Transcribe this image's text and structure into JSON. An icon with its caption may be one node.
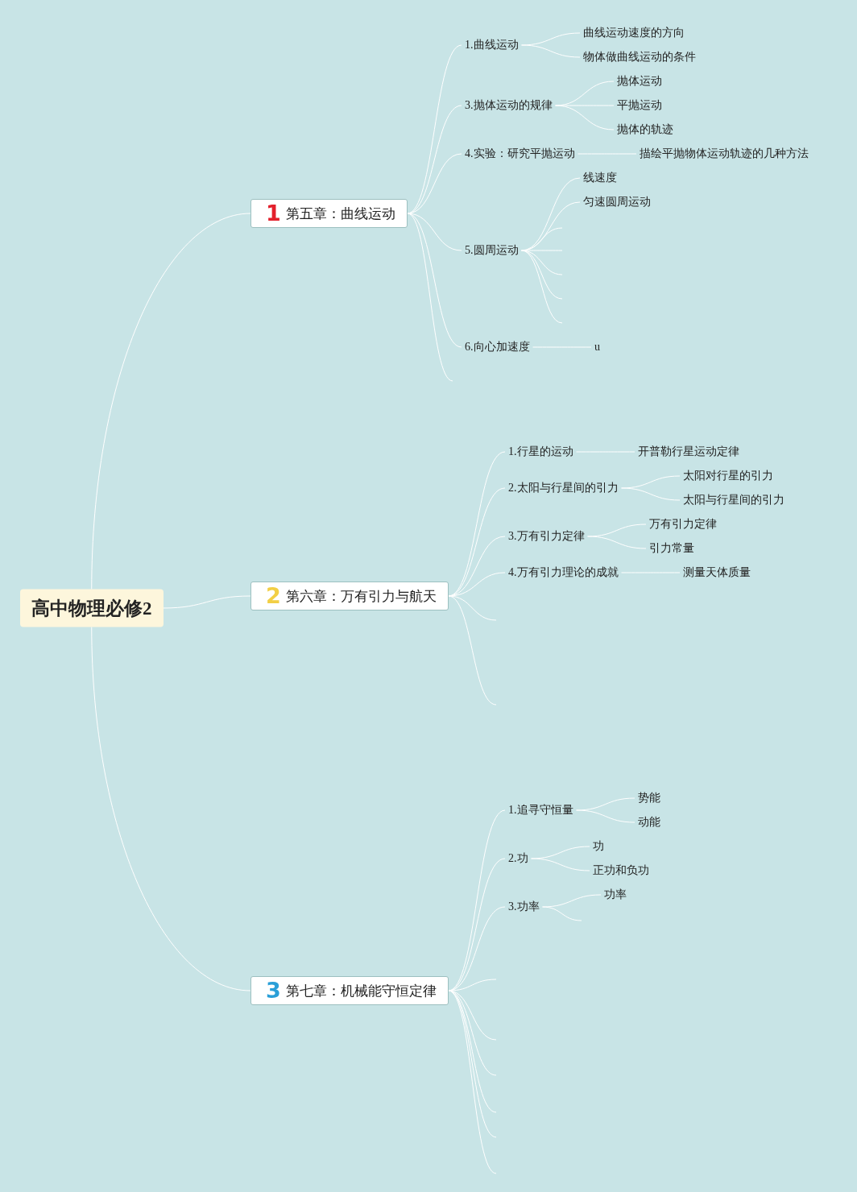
{
  "diagram": {
    "nodes": [
      {
        "text": [
          "高中物理必修2"
        ]
      },
      {
        "text": [
          "1",
          "第五章：曲线运动"
        ]
      },
      {
        "text": [
          "1.曲线运动"
        ]
      },
      {
        "text": [
          "曲线运动速度的方向"
        ]
      },
      {
        "text": [
          "物体做曲线运动的条件"
        ]
      },
      {
        "text": [
          "3.抛体运动的规律"
        ]
      },
      {
        "text": [
          "抛体运动"
        ]
      },
      {
        "text": [
          "平抛运动"
        ]
      },
      {
        "text": [
          "抛体的轨迹"
        ]
      },
      {
        "text": [
          "4.实验：研究平抛运动"
        ]
      },
      {
        "text": [
          "描绘平抛物体运动轨迹的几种方法"
        ]
      },
      {
        "text": [
          "5.圆周运动"
        ]
      },
      {
        "text": [
          "线速度"
        ]
      },
      {
        "text": [
          "匀速圆周运动"
        ]
      },
      {
        "text": [
          "6.向心加速度"
        ]
      },
      {
        "text": [
          "u"
        ]
      },
      {
        "text": [
          "2",
          "第六章：万有引力与航天"
        ]
      },
      {
        "text": [
          "1.行星的运动"
        ]
      },
      {
        "text": [
          "开普勒行星运动定律"
        ]
      },
      {
        "text": [
          "2.太阳与行星间的引力"
        ]
      },
      {
        "text": [
          "太阳对行星的引力"
        ]
      },
      {
        "text": [
          "太阳与行星间的引力"
        ]
      },
      {
        "text": [
          "3.万有引力定律"
        ]
      },
      {
        "text": [
          "万有引力定律"
        ]
      },
      {
        "text": [
          "引力常量"
        ]
      },
      {
        "text": [
          "4.万有引力理论的成就"
        ]
      },
      {
        "text": [
          "测量天体质量"
        ]
      },
      {
        "text": [
          "3",
          "第七章：机械能守恒定律"
        ]
      },
      {
        "text": [
          "1.追寻守恒量"
        ]
      },
      {
        "text": [
          "势能"
        ]
      },
      {
        "text": [
          "动能"
        ]
      },
      {
        "text": [
          "2.功"
        ]
      },
      {
        "text": [
          "功"
        ]
      },
      {
        "text": [
          "正功和负功"
        ]
      },
      {
        "text": [
          "3.功率"
        ]
      },
      {
        "text": [
          "功率"
        ]
      }
    ],
    "edges": [
      {
        "from": 0,
        "to": 1,
        "arrow": "none"
      },
      {
        "from": 0,
        "to": 16,
        "arrow": "none"
      },
      {
        "from": 0,
        "to": 27,
        "arrow": "none"
      },
      {
        "from": 1,
        "to": 2,
        "arrow": "none"
      },
      {
        "from": 1,
        "to": 5,
        "arrow": "none"
      },
      {
        "from": 1,
        "to": 9,
        "arrow": "none"
      },
      {
        "from": 1,
        "to": 11,
        "arrow": "none"
      },
      {
        "from": 1,
        "to": 14,
        "arrow": "none"
      },
      {
        "from": 1,
        "to": null,
        "arrow": "none"
      },
      {
        "from": 2,
        "to": 3,
        "arrow": "none"
      },
      {
        "from": 2,
        "to": 4,
        "arrow": "none"
      },
      {
        "from": 5,
        "to": 6,
        "arrow": "none"
      },
      {
        "from": 5,
        "to": 7,
        "arrow": "none"
      },
      {
        "from": 5,
        "to": 8,
        "arrow": "none"
      },
      {
        "from": 9,
        "to": 10,
        "arrow": "none"
      },
      {
        "from": 11,
        "to": 12,
        "arrow": "none"
      },
      {
        "from": 11,
        "to": 13,
        "arrow": "none"
      },
      {
        "from": 11,
        "to": null,
        "arrow": "none"
      },
      {
        "from": 11,
        "to": null,
        "arrow": "none"
      },
      {
        "from": 11,
        "to": null,
        "arrow": "none"
      },
      {
        "from": 11,
        "to": null,
        "arrow": "none"
      },
      {
        "from": 11,
        "to": null,
        "arrow": "none"
      },
      {
        "from": 14,
        "to": 15,
        "arrow": "none"
      },
      {
        "from": 16,
        "to": 17,
        "arrow": "none"
      },
      {
        "from": 16,
        "to": 19,
        "arrow": "none"
      },
      {
        "from": 16,
        "to": 22,
        "arrow": "none"
      },
      {
        "from": 16,
        "to": 25,
        "arrow": "none"
      },
      {
        "from": 16,
        "to": null,
        "arrow": "none"
      },
      {
        "from": 16,
        "to": null,
        "arrow": "none"
      },
      {
        "from": 17,
        "to": 18,
        "arrow": "none"
      },
      {
        "from": 19,
        "to": 20,
        "arrow": "none"
      },
      {
        "from": 19,
        "to": 21,
        "arrow": "none"
      },
      {
        "from": 22,
        "to": 23,
        "arrow": "none"
      },
      {
        "from": 22,
        "to": 24,
        "arrow": "none"
      },
      {
        "from": 25,
        "to": 26,
        "arrow": "none"
      },
      {
        "from": 27,
        "to": 28,
        "arrow": "none"
      },
      {
        "from": 27,
        "to": 31,
        "arrow": "none"
      },
      {
        "from": 27,
        "to": 34,
        "arrow": "none"
      },
      {
        "from": 27,
        "to": null,
        "arrow": "none"
      },
      {
        "from": 27,
        "to": null,
        "arrow": "none"
      },
      {
        "from": 27,
        "to": null,
        "arrow": "none"
      },
      {
        "from": 27,
        "to": null,
        "arrow": "none"
      },
      {
        "from": 27,
        "to": null,
        "arrow": "none"
      },
      {
        "from": 27,
        "to": null,
        "arrow": "none"
      },
      {
        "from": 28,
        "to": 29,
        "arrow": "none"
      },
      {
        "from": 28,
        "to": 30,
        "arrow": "none"
      },
      {
        "from": 31,
        "to": 32,
        "arrow": "none"
      },
      {
        "from": 31,
        "to": 33,
        "arrow": "none"
      },
      {
        "from": 34,
        "to": 35,
        "arrow": "none"
      },
      {
        "from": 34,
        "to": null,
        "arrow": "none"
      }
    ]
  }
}
